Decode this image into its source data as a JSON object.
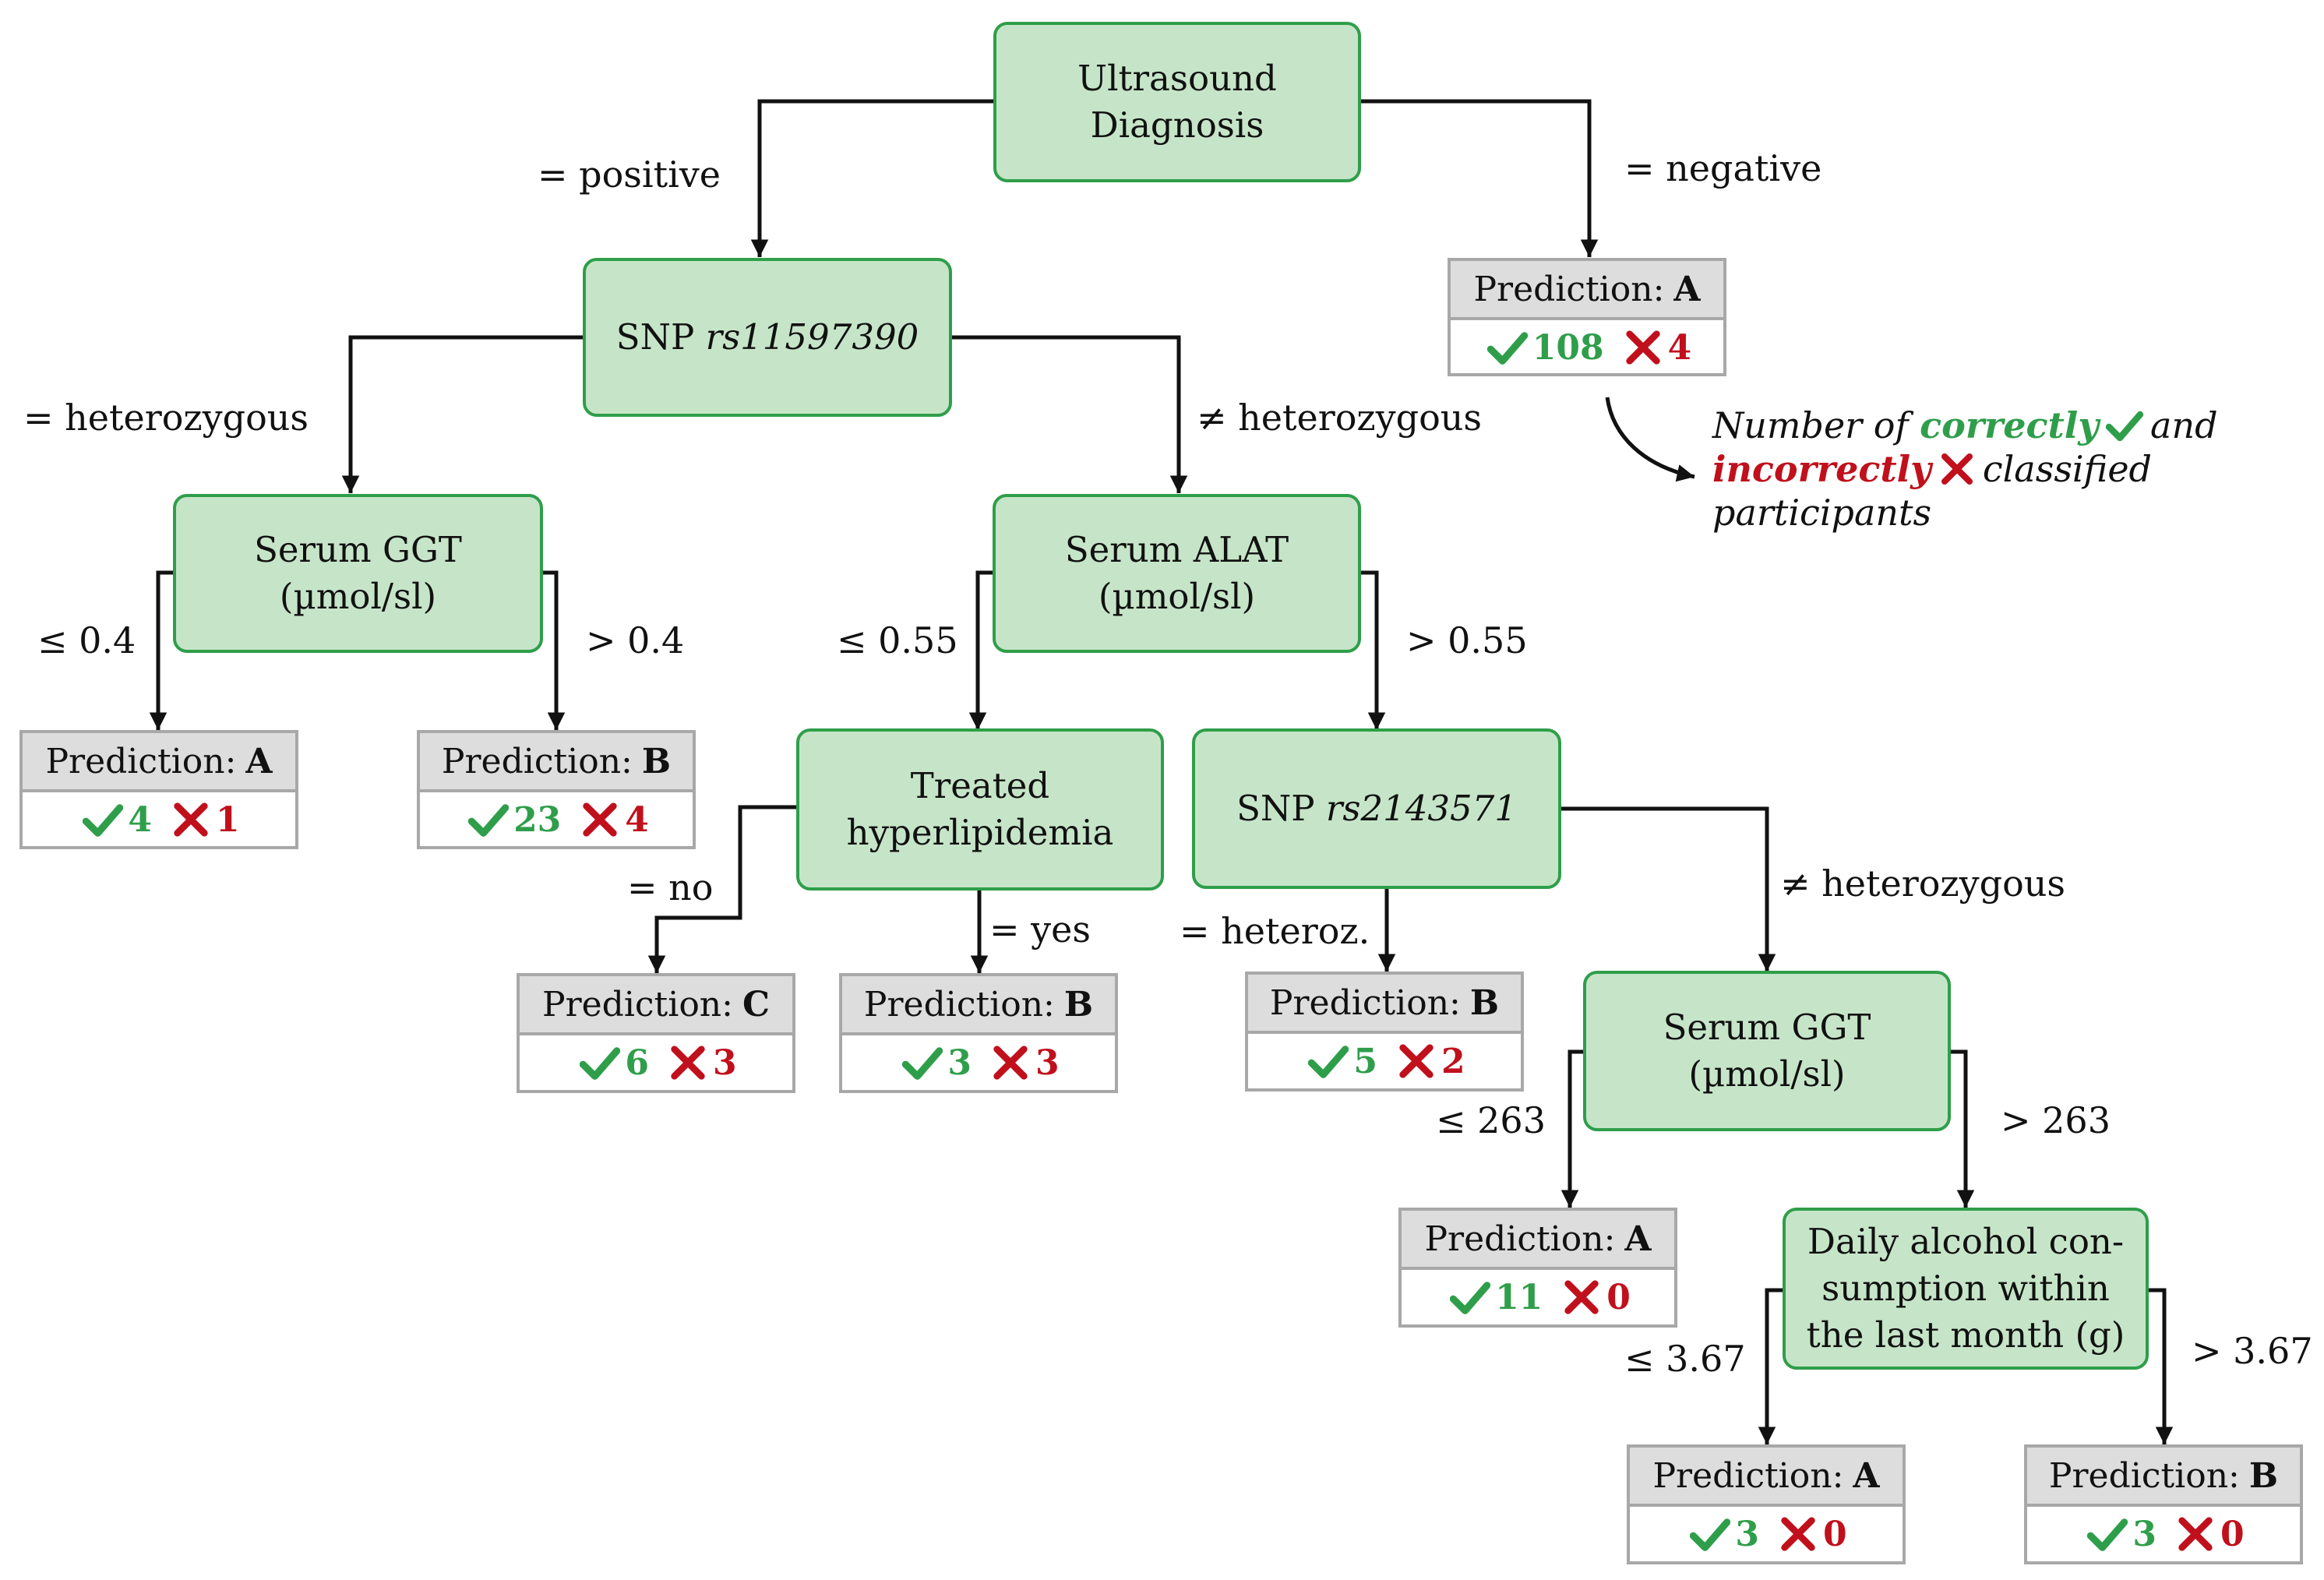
{
  "nodes": {
    "ultrasound": {
      "line1": "Ultrasound",
      "line2": "Diagnosis"
    },
    "snp1": {
      "prefix": "SNP",
      "id": "rs11597390"
    },
    "ggt1": {
      "line1": "Serum GGT",
      "line2": "(µmol/sl)"
    },
    "alat": {
      "line1": "Serum ALAT",
      "line2": "(µmol/sl)"
    },
    "hyper": {
      "line1": "Treated",
      "line2": "hyperlipidemia"
    },
    "snp2": {
      "prefix": "SNP",
      "id": "rs2143571"
    },
    "ggt2": {
      "line1": "Serum GGT",
      "line2": "(µmol/sl)"
    },
    "alcohol": {
      "line1": "Daily alcohol con-",
      "line2": "sumption within",
      "line3": "the last month (g)"
    }
  },
  "edges": {
    "positive": "= positive",
    "negative": "= negative",
    "het": "= heterozygous",
    "nothet": "≠ heterozygous",
    "ggt1_le": "≤ 0.4",
    "ggt1_gt": "> 0.4",
    "alat_le": "≤ 0.55",
    "alat_gt": "> 0.55",
    "no": "= no",
    "yes": "= yes",
    "heteroz": "= heteroz.",
    "nothet2": "≠ heterozygous",
    "ggt2_le": "≤ 263",
    "ggt2_gt": "> 263",
    "alc_le": "≤ 3.67",
    "alc_gt": "> 3.67"
  },
  "prediction_label": "Prediction:",
  "leaves": {
    "neg": {
      "class": "A",
      "correct": "108",
      "incorrect": "4"
    },
    "ggt1_low": {
      "class": "A",
      "correct": "4",
      "incorrect": "1"
    },
    "ggt1_high": {
      "class": "B",
      "correct": "23",
      "incorrect": "4"
    },
    "hyper_no": {
      "class": "C",
      "correct": "6",
      "incorrect": "3"
    },
    "hyper_yes": {
      "class": "B",
      "correct": "3",
      "incorrect": "3"
    },
    "snp2_het": {
      "class": "B",
      "correct": "5",
      "incorrect": "2"
    },
    "ggt2_low": {
      "class": "A",
      "correct": "11",
      "incorrect": "0"
    },
    "alc_low": {
      "class": "A",
      "correct": "3",
      "incorrect": "0"
    },
    "alc_high": {
      "class": "B",
      "correct": "3",
      "incorrect": "0"
    }
  },
  "legend": {
    "t1": "Number of",
    "correctly": "correctly",
    "t2": "and",
    "incorrectly": "incorrectly",
    "t3": "classified",
    "t4": "participants"
  },
  "colors": {
    "node_fill": "#c6e5c8",
    "node_border": "#2f9e4a",
    "correct": "#2f9e4a",
    "incorrect": "#c0101c",
    "leaf_header": "#dddddd"
  }
}
